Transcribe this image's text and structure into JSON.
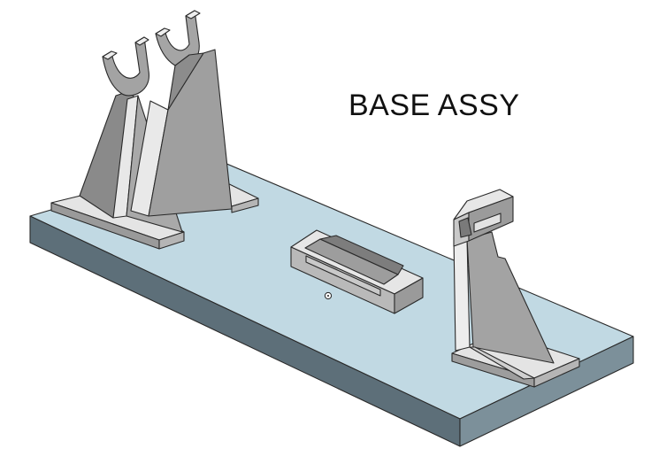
{
  "title": "BASE ASSY",
  "colors": {
    "base_top": "#c1d9e3",
    "base_front": "#5d6f79",
    "base_side": "#7c909a",
    "part_light": "#e4e4e4",
    "part_mid": "#a8a8a8",
    "part_dark": "#7c7c7c",
    "edge": "#2a2a2a"
  },
  "parts": [
    {
      "id": "base-plate",
      "icon": "rectangular-plate"
    },
    {
      "id": "u-notch-stand-left",
      "icon": "u-cradle-support"
    },
    {
      "id": "u-notch-stand-right",
      "icon": "u-cradle-support"
    },
    {
      "id": "channel-block",
      "icon": "c-channel-block"
    },
    {
      "id": "clip-stand",
      "icon": "clip-bracket"
    },
    {
      "id": "origin-marker",
      "icon": "circle-dot"
    }
  ]
}
